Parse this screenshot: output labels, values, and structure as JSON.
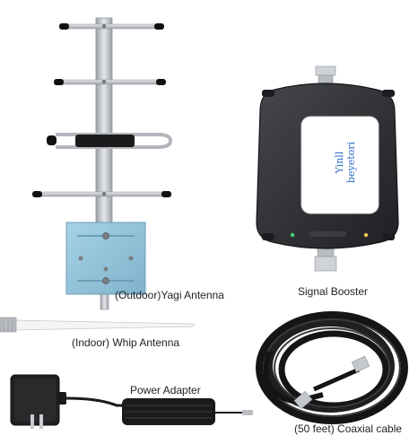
{
  "products": [
    {
      "key": "yagi",
      "label": "(Outdoor)Yagi Antenna"
    },
    {
      "key": "booster",
      "label": "Signal Booster"
    },
    {
      "key": "whip",
      "label": "(Indoor) Whip Antenna"
    },
    {
      "key": "adapter",
      "label": "Power Adapter"
    },
    {
      "key": "cable",
      "label": "(50 feet) Coaxial cable"
    }
  ],
  "booster": {
    "brand": "beyetori",
    "brand_mark": "Yinll"
  },
  "colors": {
    "antenna_silver": "#c9ccd1",
    "mount_plate_blue": "#8fc2d9",
    "booster_body": "#2e2f33",
    "label_panel": "#ffffff",
    "cable_black": "#1a1a1a",
    "adapter_black": "#202022",
    "brand_blue": "#2d6cc4"
  }
}
